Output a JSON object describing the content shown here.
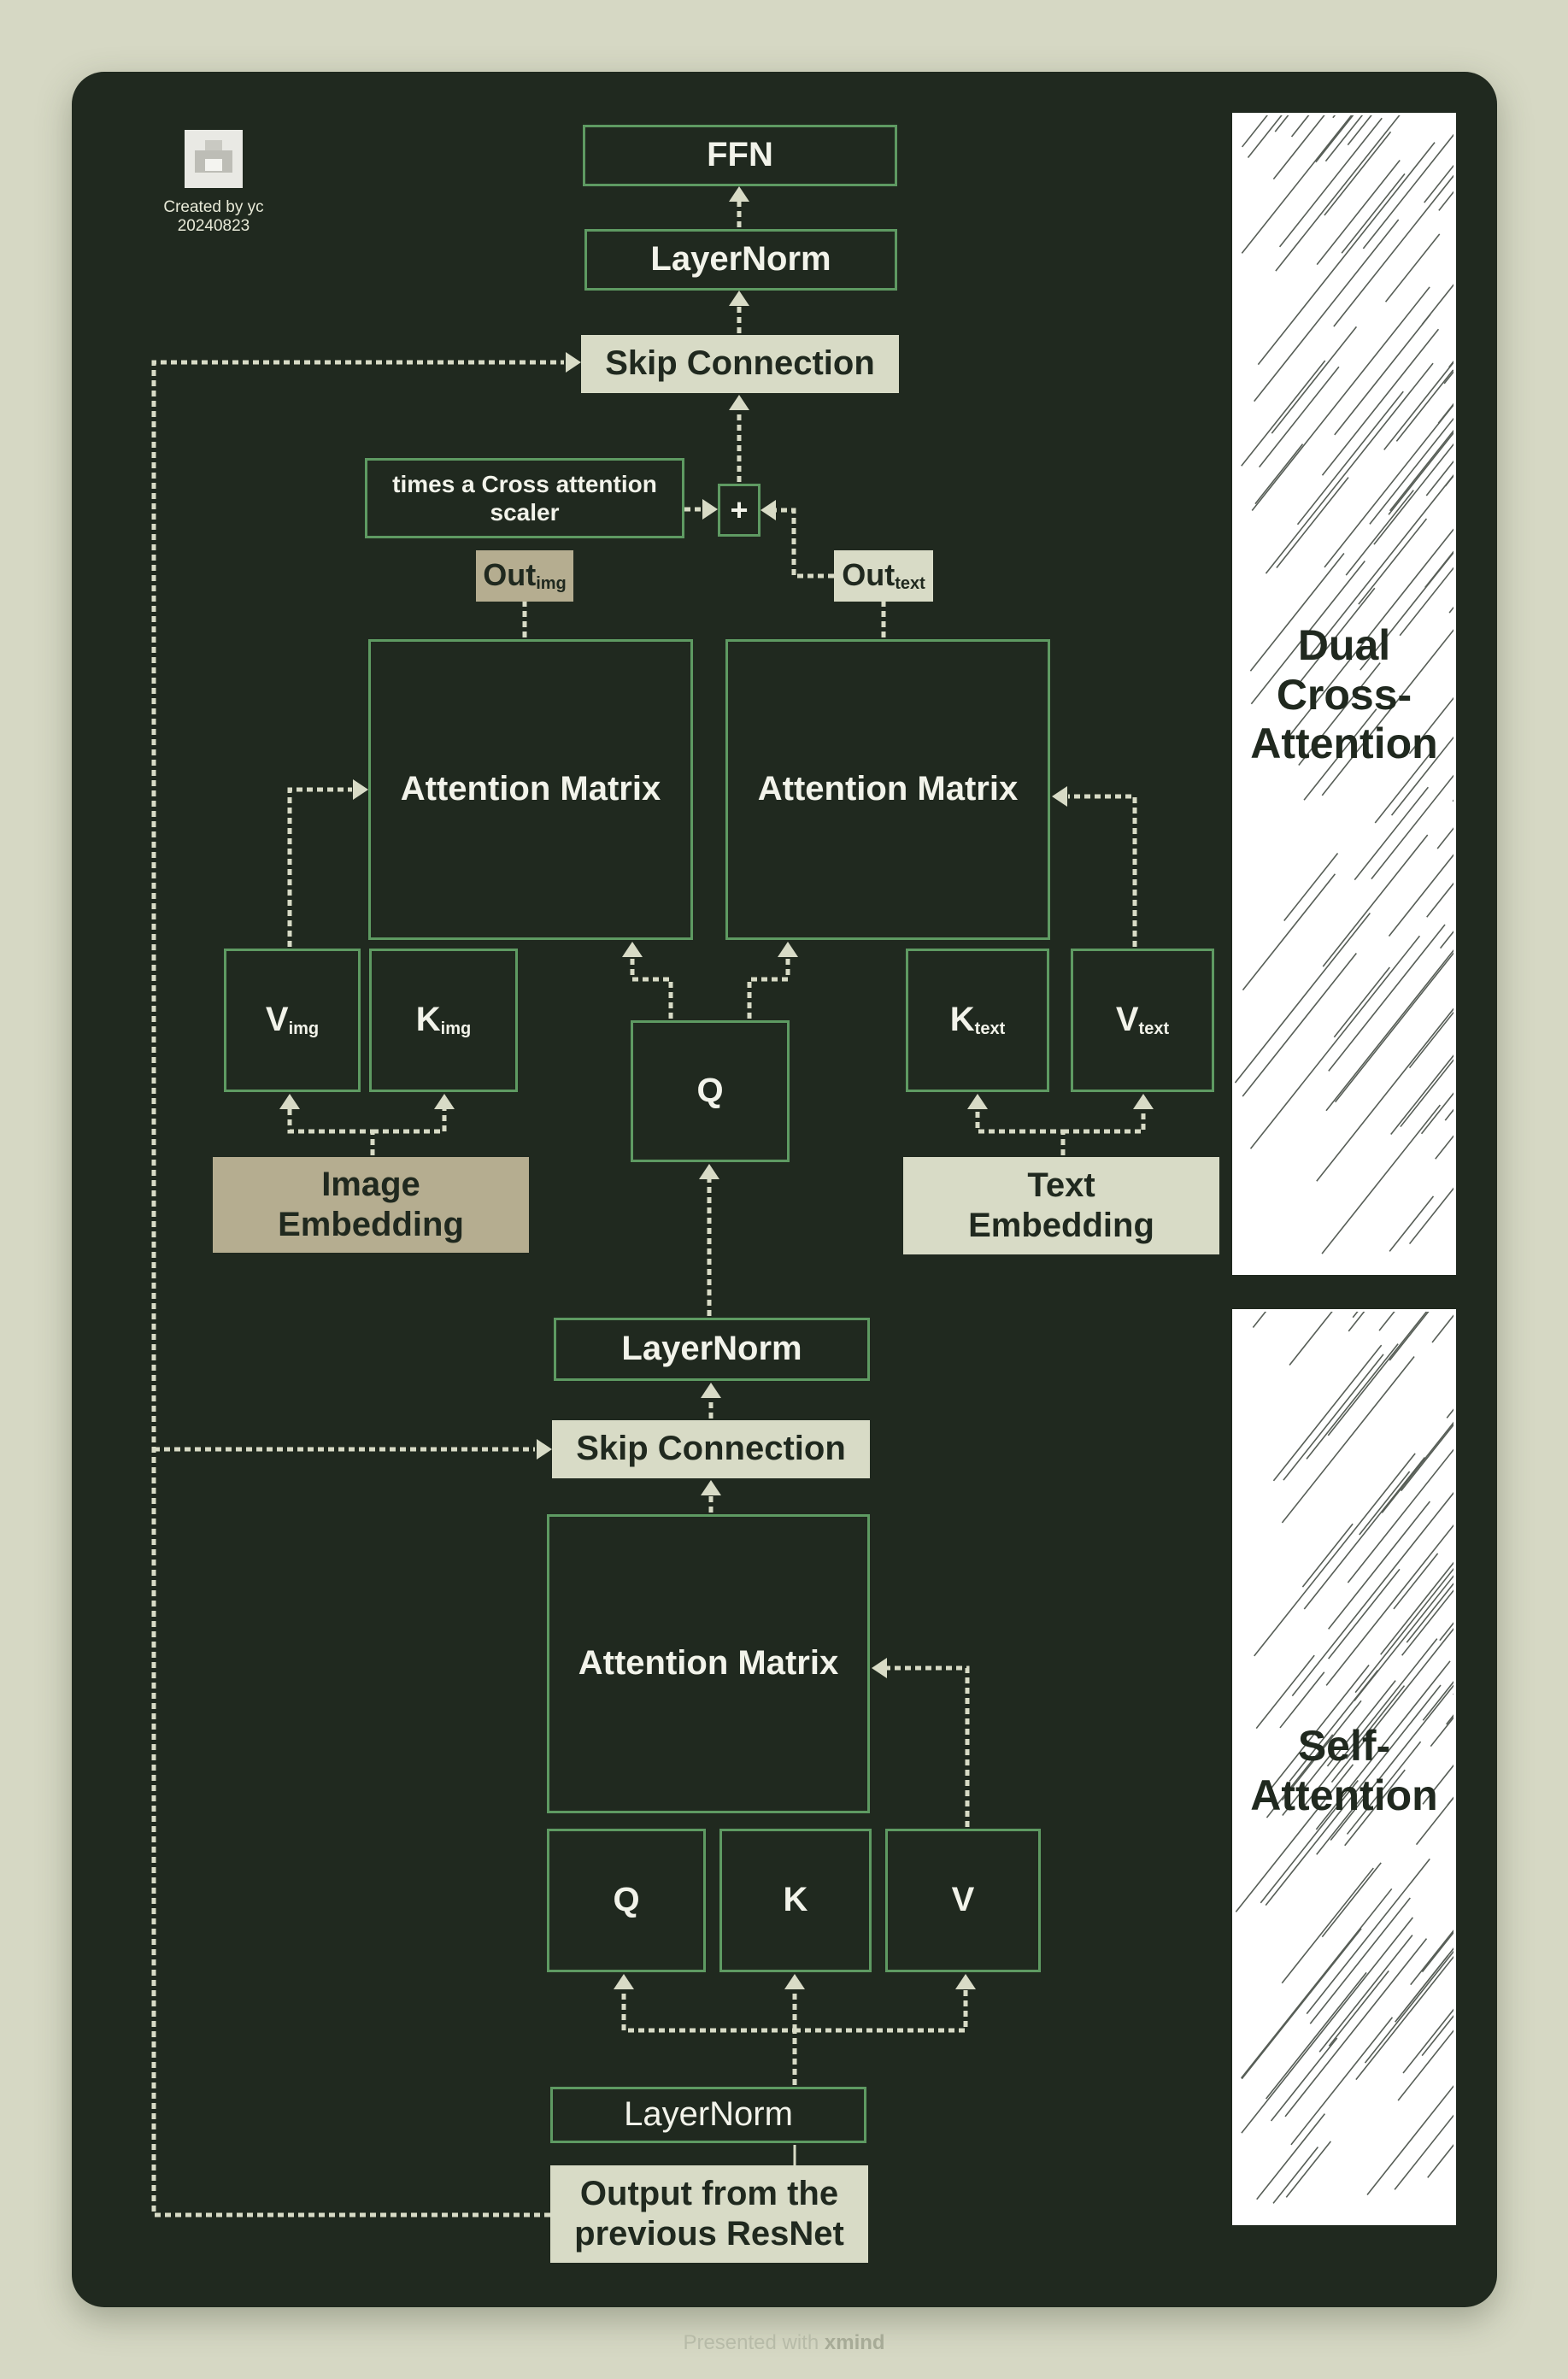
{
  "credit": {
    "line1": "Created by yc",
    "line2": "20240823"
  },
  "cross": {
    "ffn": "FFN",
    "layernorm": "LayerNorm",
    "skip": "Skip Connection",
    "scaler": "times a Cross attention scaler",
    "plus": "+",
    "out_img": {
      "main": "Out",
      "sub": "img"
    },
    "out_text": {
      "main": "Out",
      "sub": "text"
    },
    "attn_img": "Attention Matrix",
    "attn_text": "Attention Matrix",
    "v_img": {
      "main": "V",
      "sub": "img"
    },
    "k_img": {
      "main": "K",
      "sub": "img"
    },
    "q": "Q",
    "k_text": {
      "main": "K",
      "sub": "text"
    },
    "v_text": {
      "main": "V",
      "sub": "text"
    },
    "image_embedding": "Image Embedding",
    "text_embedding": "Text Embedding"
  },
  "self": {
    "layernorm_top": "LayerNorm",
    "skip": "Skip Connection",
    "attn": "Attention Matrix",
    "q": "Q",
    "k": "K",
    "v": "V",
    "layernorm_bottom": "LayerNorm",
    "input": "Output from the previous ResNet"
  },
  "sidebar": {
    "dual": "Dual Cross-Attention",
    "self": "Self-Attention"
  },
  "footer": {
    "prefix": "Presented with",
    "brand": "xmind"
  },
  "colors": {
    "board": "#20291f",
    "border": "#5e9a62",
    "light_fill": "#d8dbc6",
    "tan_fill": "#b5ad90",
    "arrow": "#d8dbc6"
  }
}
